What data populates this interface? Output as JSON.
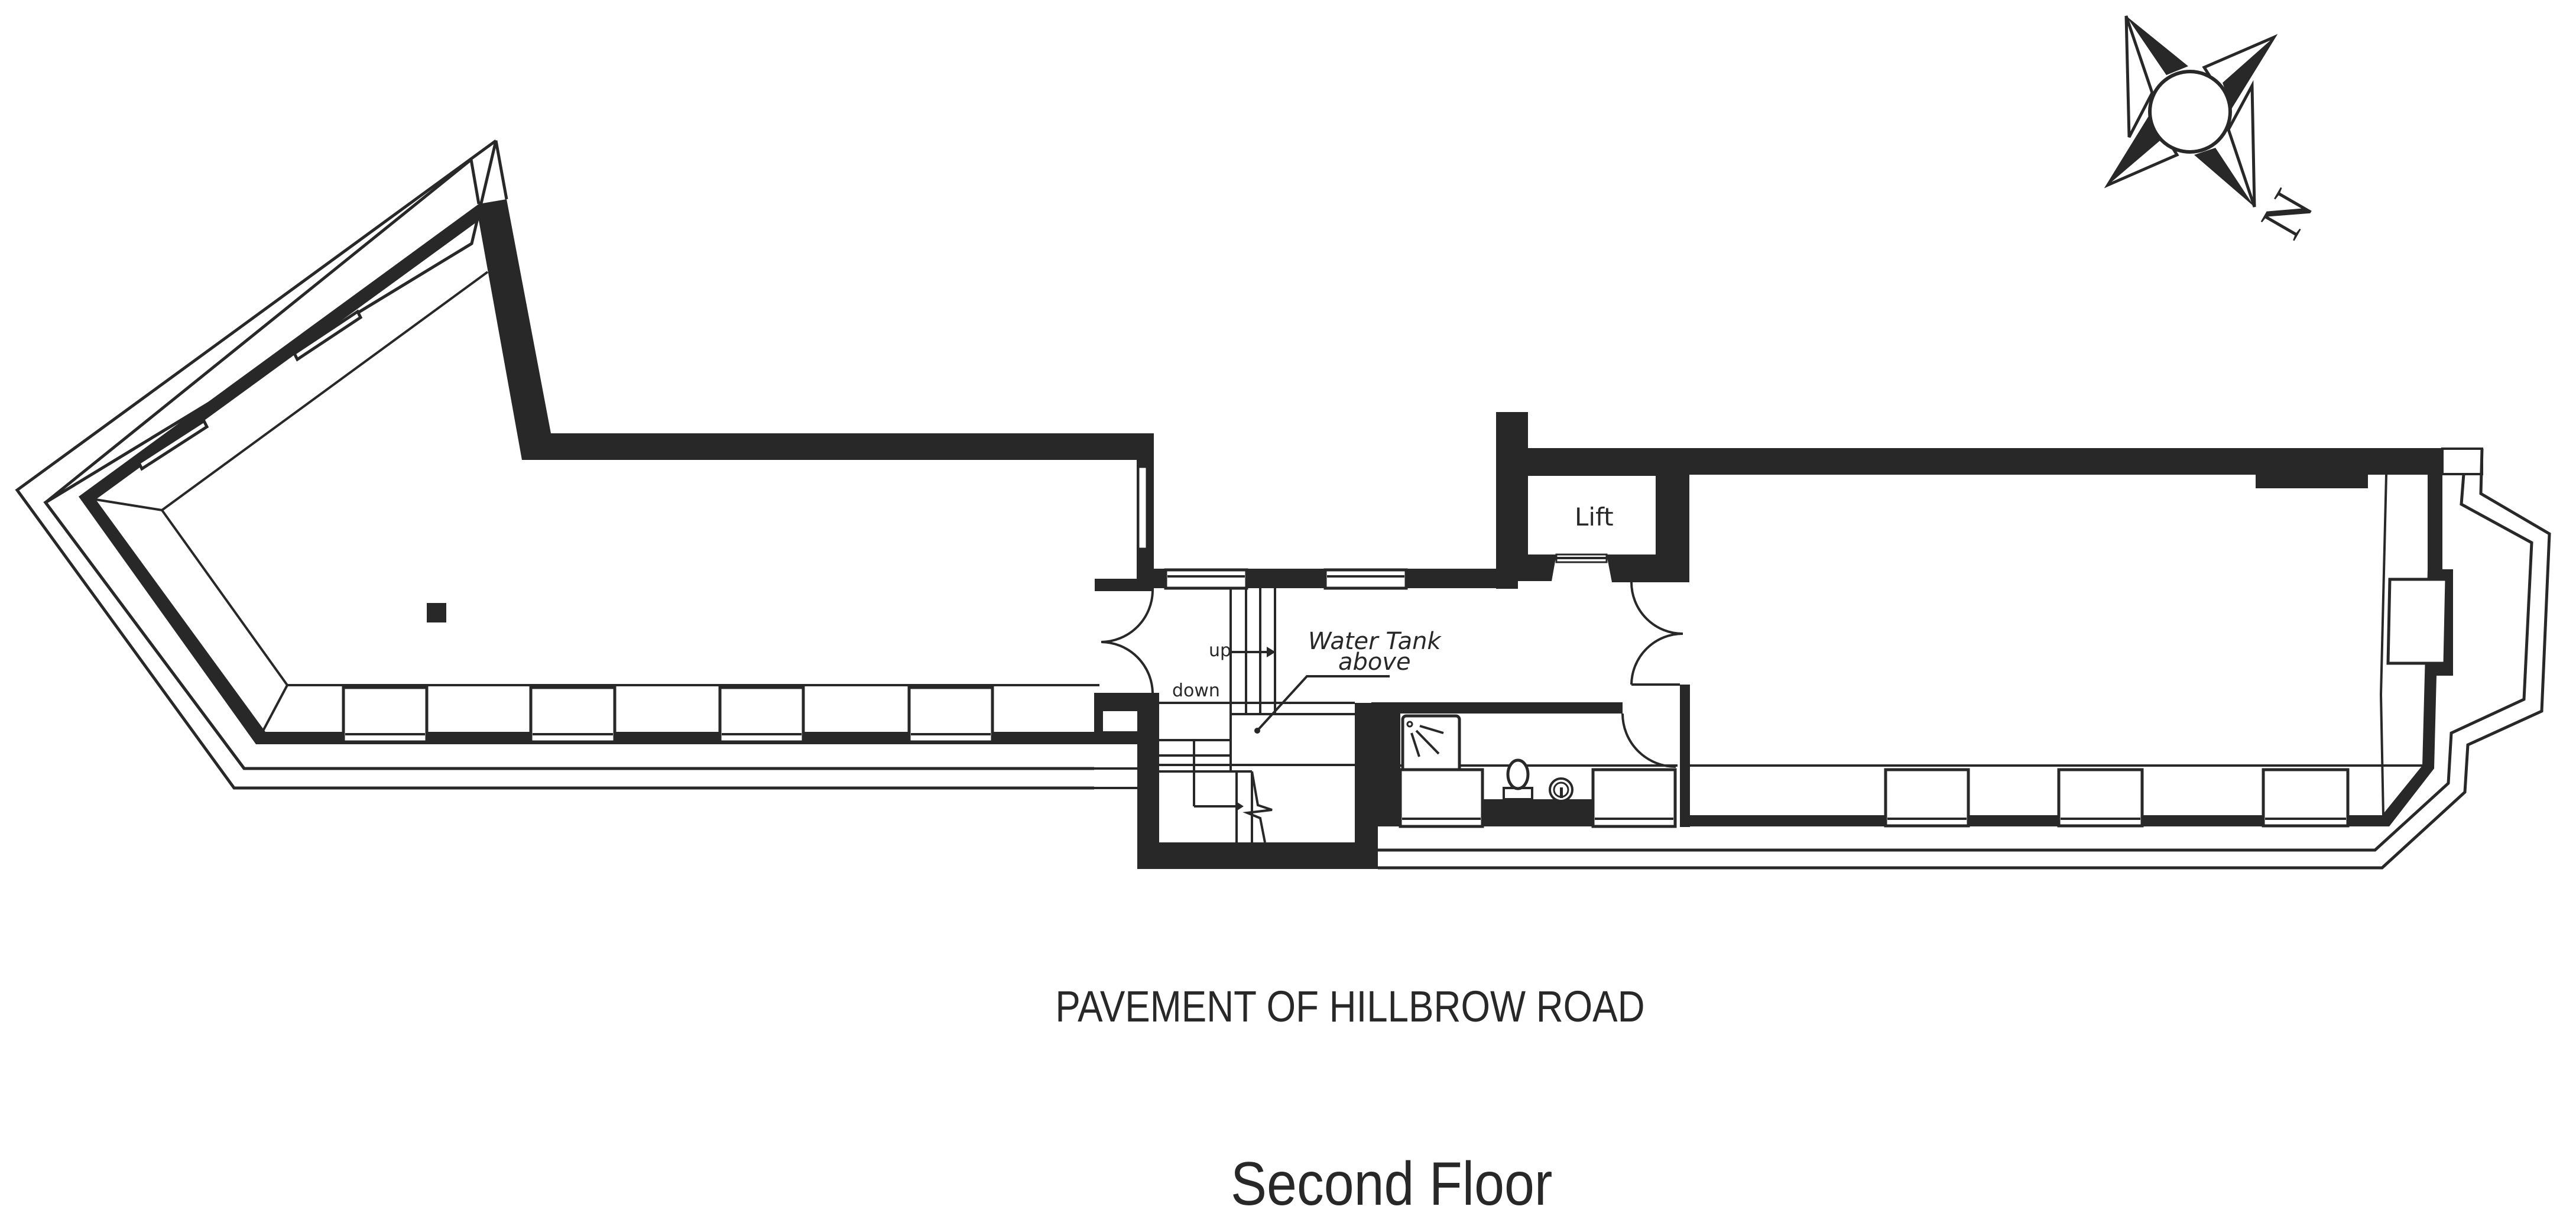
{
  "plan": {
    "title": "Second Floor",
    "street_label": "PAVEMENT OF HILLBROW ROAD",
    "compass": {
      "icon": "compass-rose-icon",
      "north_label": "N"
    },
    "rooms": {
      "lift": {
        "label": "Lift"
      },
      "stair": {
        "up_label": "up",
        "down_label": "down"
      },
      "water_tank": {
        "line1": "Water Tank",
        "line2": "above"
      }
    },
    "colors": {
      "ink": "#282828",
      "background": "#ffffff"
    }
  }
}
